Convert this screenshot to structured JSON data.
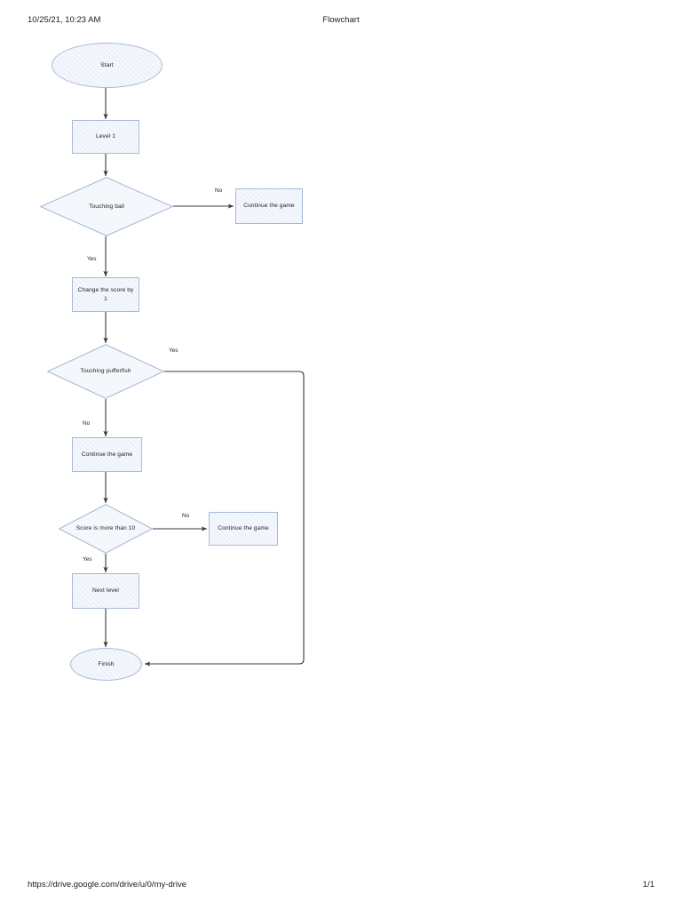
{
  "document": {
    "header": {
      "date": "10/25/21, 10:23 AM",
      "title": "Flowchart"
    },
    "footer": {
      "url": "https://drive.google.com/drive/u/0/my-drive",
      "page": "1/1"
    }
  },
  "theme": {
    "node_fill": "#f4f7fc",
    "node_border": "#aab9da",
    "connector": "#3a3a3a",
    "text": "#222222",
    "page_background": "#ffffff"
  },
  "diagram": {
    "type": "flowchart",
    "title": "Flowchart",
    "nodes": [
      {
        "id": "start",
        "shape": "terminator",
        "label": "Start"
      },
      {
        "id": "level1",
        "shape": "process",
        "label": "Level 1"
      },
      {
        "id": "touch_ball",
        "shape": "decision",
        "label": "Touching ball"
      },
      {
        "id": "cont_game_1",
        "shape": "process",
        "label": "Continue the game"
      },
      {
        "id": "change_score",
        "shape": "process",
        "label": "Change the score by\n1"
      },
      {
        "id": "touch_puffer",
        "shape": "decision",
        "label": "Touching pufferfish"
      },
      {
        "id": "cont_game_2",
        "shape": "process",
        "label": "Continue the game"
      },
      {
        "id": "score_gt_10",
        "shape": "decision",
        "label": "Score is more than 10"
      },
      {
        "id": "cont_game_3",
        "shape": "process",
        "label": "Continue the game"
      },
      {
        "id": "next_level",
        "shape": "process",
        "label": "Next level"
      },
      {
        "id": "finish",
        "shape": "terminator",
        "label": "Finish"
      }
    ],
    "edges": [
      {
        "from": "start",
        "to": "level1",
        "label": ""
      },
      {
        "from": "level1",
        "to": "touch_ball",
        "label": ""
      },
      {
        "from": "touch_ball",
        "to": "cont_game_1",
        "label": "No"
      },
      {
        "from": "touch_ball",
        "to": "change_score",
        "label": "Yes"
      },
      {
        "from": "change_score",
        "to": "touch_puffer",
        "label": ""
      },
      {
        "from": "touch_puffer",
        "to": "finish",
        "label": "Yes"
      },
      {
        "from": "touch_puffer",
        "to": "cont_game_2",
        "label": "No"
      },
      {
        "from": "cont_game_2",
        "to": "score_gt_10",
        "label": ""
      },
      {
        "from": "score_gt_10",
        "to": "cont_game_3",
        "label": "No"
      },
      {
        "from": "score_gt_10",
        "to": "next_level",
        "label": "Yes"
      },
      {
        "from": "next_level",
        "to": "finish",
        "label": ""
      }
    ],
    "edge_labels": {
      "ball_no": "No",
      "ball_yes": "Yes",
      "puffer_yes": "Yes",
      "puffer_no": "No",
      "score_no": "No",
      "score_yes": "Yes"
    }
  }
}
